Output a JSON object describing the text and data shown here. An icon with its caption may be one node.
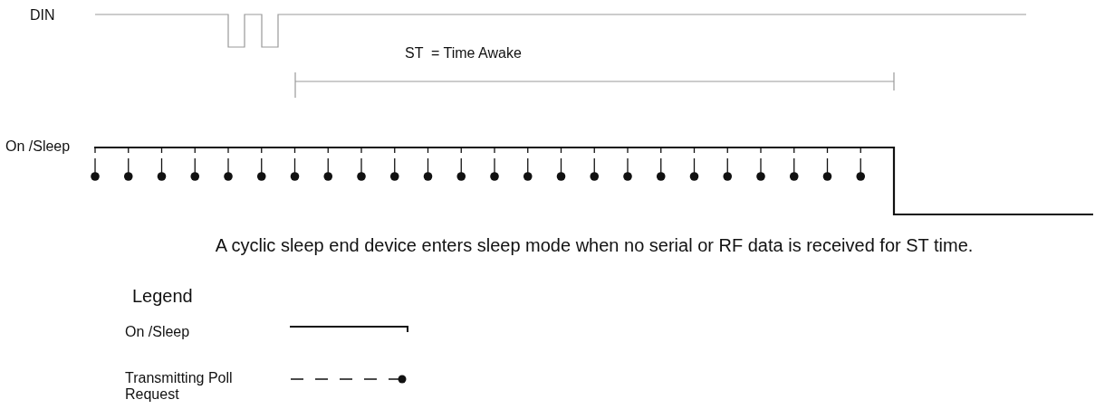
{
  "diagram": {
    "caption": "A cyclic sleep end device enters sleep mode when no serial or RF data is received for ST time.",
    "labels": [
      "DIN",
      "ST  = Time Awake",
      "On /Sleep",
      "Legend"
    ],
    "legend": [
      {
        "text": "On /Sleep"
      },
      {
        "text": "Transmitting Poll Request"
      }
    ]
  }
}
